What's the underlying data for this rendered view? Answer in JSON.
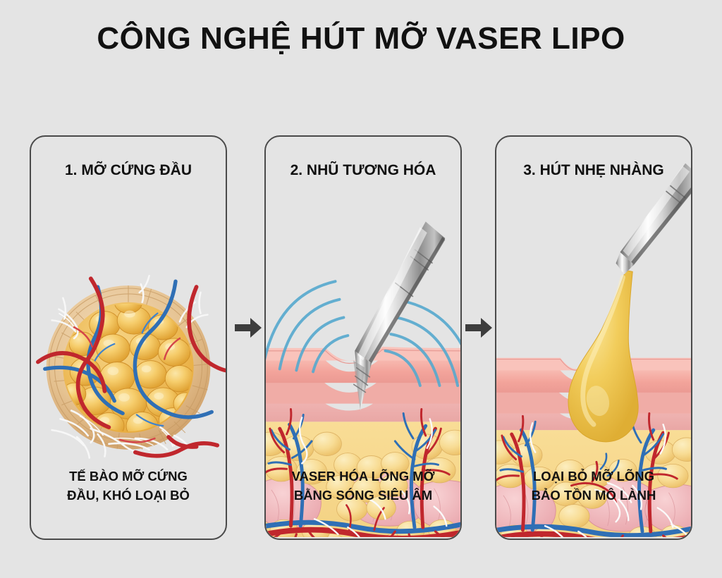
{
  "page": {
    "title": "CÔNG NGHỆ HÚT MỠ VASER LIPO",
    "background_color": "#e4e4e4",
    "text_color": "#111111",
    "panel_border_color": "#4a4a4a",
    "arrow_color": "#3d3d3d"
  },
  "panels": [
    {
      "id": "panel-1",
      "heading": "1. MỠ CỨNG ĐẦU",
      "caption": "TẾ BÀO MỠ CỨNG\nĐẦU, KHÓ LOẠI BỎ",
      "illustration": "fat-cell-cluster",
      "illustration_description": "Round cluster of golden stubborn fat cells enclosed in a fibrous capsule, wrapped by red arteries, blue veins and white fibrous strands",
      "colors": {
        "fat_cell": "#f0b944",
        "fat_cell_highlight": "#f8d884",
        "capsule": "#e8c08c",
        "artery": "#c0272d",
        "vein": "#2f6fb5",
        "fiber": "#f4f4f4"
      }
    },
    {
      "id": "panel-2",
      "heading": "2. NHŨ TƯƠNG HÓA",
      "caption": "VASER HÓA LÕNG MỠ\nBẰNG SÓNG SIÊU ÂM",
      "illustration": "skin-cross-section-with-vaser-probe",
      "illustration_description": "Skin cross-section with epidermis, dermis, yellow fat layer and pink muscle; a chrome VASER cannula is inserted through the skin emitting blue ultrasound waves on both sides",
      "ultrasound_wave_count": 4,
      "colors": {
        "epidermis": "#f4a9a2",
        "dermis": "#efb7b5",
        "fat_layer": "#f7d98d",
        "muscle": "#f0b6bb",
        "artery": "#c0272d",
        "vein": "#2f6fb5",
        "ultrasound_wave": "#53a8cf",
        "cannula_metal": "#c9c9c9"
      }
    },
    {
      "id": "panel-3",
      "heading": "3. HÚT NHẸ NHÀNG",
      "caption": "LOẠI BỎ MỠ LÕNG\nBẢO TỒN MÔ LÀNH",
      "illustration": "skin-cross-section-with-fat-aspiration",
      "illustration_description": "Skin cross-section where a chrome cannula gently aspirates a teardrop of liquefied golden fat out of the fat layer while vessels and tissue stay intact",
      "colors": {
        "epidermis": "#f4a9a2",
        "dermis": "#efb7b5",
        "fat_layer": "#f7d98d",
        "muscle": "#f0b6bb",
        "liquefied_fat": "#f0c84e",
        "artery": "#c0272d",
        "vein": "#2f6fb5",
        "cannula_metal": "#c9c9c9"
      }
    }
  ],
  "arrows": [
    {
      "id": "arrow-1",
      "label": "step-1-to-2"
    },
    {
      "id": "arrow-2",
      "label": "step-2-to-3"
    }
  ]
}
